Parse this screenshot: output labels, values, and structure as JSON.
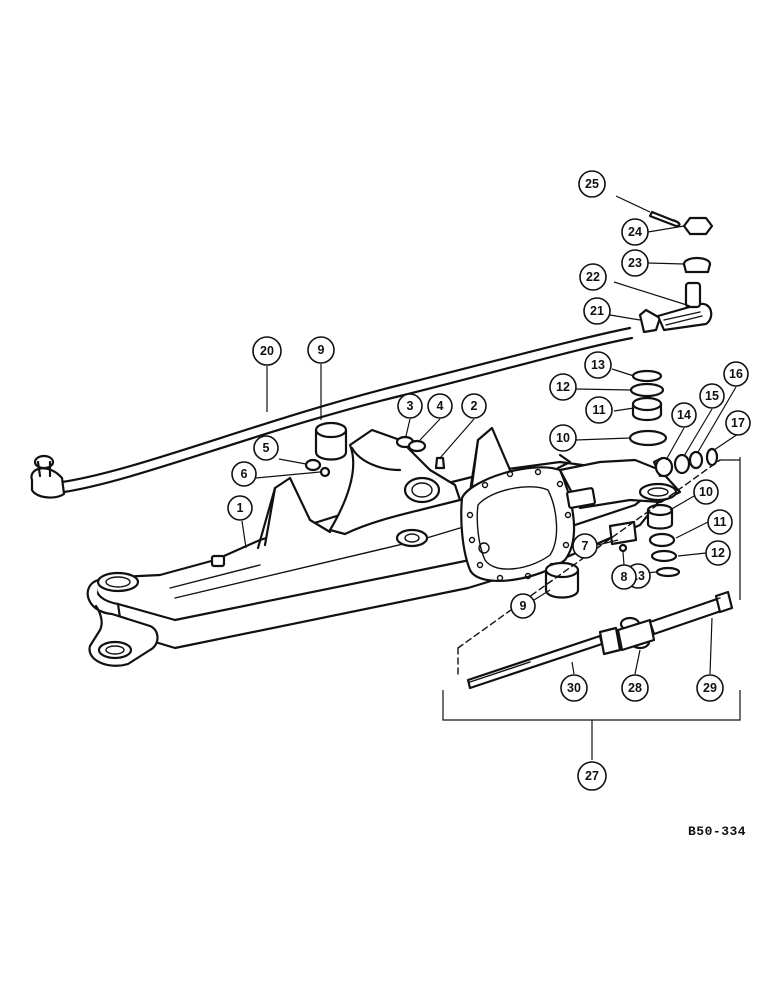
{
  "diagram": {
    "callouts": [
      {
        "id": "c25",
        "label": "25"
      },
      {
        "id": "c24",
        "label": "24"
      },
      {
        "id": "c23",
        "label": "23"
      },
      {
        "id": "c22",
        "label": "22"
      },
      {
        "id": "c21",
        "label": "21"
      },
      {
        "id": "c20",
        "label": "20"
      },
      {
        "id": "c9a",
        "label": "9"
      },
      {
        "id": "c3",
        "label": "3"
      },
      {
        "id": "c4",
        "label": "4"
      },
      {
        "id": "c2",
        "label": "2"
      },
      {
        "id": "c5",
        "label": "5"
      },
      {
        "id": "c6",
        "label": "6"
      },
      {
        "id": "c1",
        "label": "1"
      },
      {
        "id": "c13a",
        "label": "13"
      },
      {
        "id": "c12a",
        "label": "12"
      },
      {
        "id": "c11a",
        "label": "11"
      },
      {
        "id": "c10a",
        "label": "10"
      },
      {
        "id": "c14",
        "label": "14"
      },
      {
        "id": "c15",
        "label": "15"
      },
      {
        "id": "c16",
        "label": "16"
      },
      {
        "id": "c17",
        "label": "17"
      },
      {
        "id": "c10b",
        "label": "10"
      },
      {
        "id": "c11b",
        "label": "11"
      },
      {
        "id": "c12b",
        "label": "12"
      },
      {
        "id": "c13b",
        "label": "13"
      },
      {
        "id": "c7",
        "label": "7"
      },
      {
        "id": "c8",
        "label": "8"
      },
      {
        "id": "c9b",
        "label": "9"
      },
      {
        "id": "c30",
        "label": "30"
      },
      {
        "id": "c28",
        "label": "28"
      },
      {
        "id": "c29",
        "label": "29"
      },
      {
        "id": "c27",
        "label": "27"
      }
    ],
    "reference_code": "B50-334"
  }
}
